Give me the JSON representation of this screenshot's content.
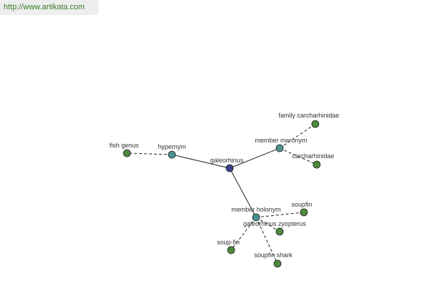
{
  "site": {
    "url": "http://www.artikata.com"
  },
  "colors": {
    "center_node": "#3f3f8c",
    "relation_node": "#4a9393",
    "leaf_node": "#4e8a3e",
    "edge": "#222222",
    "url_text": "#3a7a2c"
  },
  "graph": {
    "nodes": [
      {
        "id": "galeorhinus",
        "label": "galeorhinus",
        "kind": "center"
      },
      {
        "id": "hypernym",
        "label": "hypernym",
        "kind": "relation"
      },
      {
        "id": "member-meronym",
        "label": "member meronym",
        "kind": "relation"
      },
      {
        "id": "member-holonym",
        "label": "member holonym",
        "kind": "relation"
      },
      {
        "id": "fish-genus",
        "label": "fish genus",
        "kind": "leaf"
      },
      {
        "id": "family-carcharhinidae",
        "label": "family carcharhinidae",
        "kind": "leaf"
      },
      {
        "id": "carcharhinidae",
        "label": "carcharhinidae",
        "kind": "leaf"
      },
      {
        "id": "soupfin",
        "label": "soupfin",
        "kind": "leaf"
      },
      {
        "id": "galeorhinus-zyopterus",
        "label": "galeorhinus zyopterus",
        "kind": "leaf"
      },
      {
        "id": "soup-fin",
        "label": "soup-fin",
        "kind": "leaf"
      },
      {
        "id": "soupfin-shark",
        "label": "soupfin shark",
        "kind": "leaf"
      }
    ],
    "edges": [
      {
        "from": "galeorhinus",
        "to": "hypernym",
        "style": "solid"
      },
      {
        "from": "galeorhinus",
        "to": "member-meronym",
        "style": "solid"
      },
      {
        "from": "galeorhinus",
        "to": "member-holonym",
        "style": "solid"
      },
      {
        "from": "hypernym",
        "to": "fish-genus",
        "style": "dashed"
      },
      {
        "from": "member-meronym",
        "to": "family-carcharhinidae",
        "style": "dashed"
      },
      {
        "from": "member-meronym",
        "to": "carcharhinidae",
        "style": "dashed"
      },
      {
        "from": "member-holonym",
        "to": "soupfin",
        "style": "dashed"
      },
      {
        "from": "member-holonym",
        "to": "galeorhinus-zyopterus",
        "style": "dashed"
      },
      {
        "from": "member-holonym",
        "to": "soup-fin",
        "style": "dashed"
      },
      {
        "from": "member-holonym",
        "to": "soupfin-shark",
        "style": "dashed"
      }
    ]
  }
}
